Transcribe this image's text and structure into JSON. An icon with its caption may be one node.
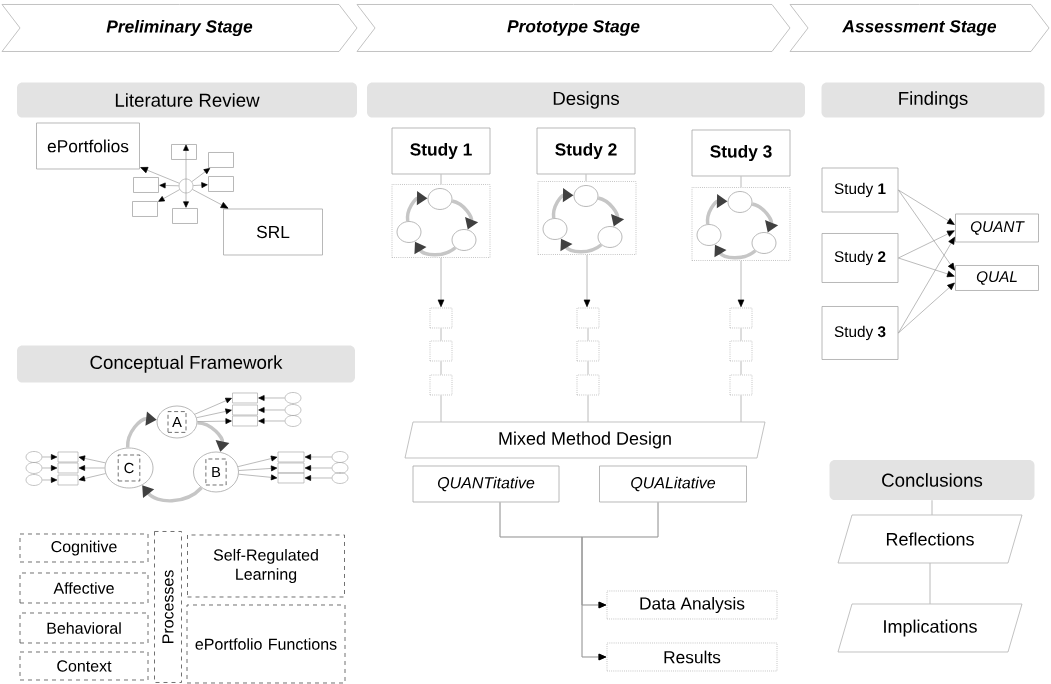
{
  "diagram": {
    "nodes": [
      {
        "text": [
          "Preliminary Stage"
        ]
      },
      {
        "text": [
          "Prototype Stage"
        ]
      },
      {
        "text": [
          "Assessment Stage"
        ]
      },
      {
        "text": [
          "Literature Review"
        ]
      },
      {
        "text": [
          "Designs"
        ]
      },
      {
        "text": [
          "Findings"
        ]
      },
      {
        "text": [
          "ePortfolios"
        ]
      },
      {
        "text": [],
        "shape": "circle"
      },
      {
        "text": [],
        "shape": "box"
      },
      {
        "text": [],
        "shape": "box"
      },
      {
        "text": [],
        "shape": "box"
      },
      {
        "text": [],
        "shape": "box"
      },
      {
        "text": [],
        "shape": "box"
      },
      {
        "text": [],
        "shape": "box"
      },
      {
        "text": [
          "SRL"
        ]
      },
      {
        "text": [
          "Study 1"
        ]
      },
      {
        "text": [
          "Study 2"
        ]
      },
      {
        "text": [
          "Study 3"
        ]
      },
      {
        "text": [],
        "shape": "box"
      },
      {
        "text": [],
        "shape": "circle",
        "in": 18
      },
      {
        "text": [],
        "shape": "circle",
        "in": 18
      },
      {
        "text": [],
        "shape": "circle",
        "in": 18
      },
      {
        "text": [],
        "shape": "box"
      },
      {
        "text": [],
        "shape": "circle",
        "in": 22
      },
      {
        "text": [],
        "shape": "circle",
        "in": 22
      },
      {
        "text": [],
        "shape": "circle",
        "in": 22
      },
      {
        "text": [],
        "shape": "box"
      },
      {
        "text": [],
        "shape": "circle",
        "in": 26
      },
      {
        "text": [],
        "shape": "circle",
        "in": 26
      },
      {
        "text": [],
        "shape": "circle",
        "in": 26
      },
      {
        "text": [],
        "shape": "box"
      },
      {
        "text": [],
        "shape": "box"
      },
      {
        "text": [],
        "shape": "box"
      },
      {
        "text": [],
        "shape": "box"
      },
      {
        "text": [],
        "shape": "box"
      },
      {
        "text": [],
        "shape": "box"
      },
      {
        "text": [],
        "shape": "box"
      },
      {
        "text": [],
        "shape": "box"
      },
      {
        "text": [],
        "shape": "box"
      },
      {
        "text": [
          "Study **1**"
        ]
      },
      {
        "text": [
          "Study **2**"
        ]
      },
      {
        "text": [
          "Study **3**"
        ]
      },
      {
        "text": [
          "QUANT"
        ]
      },
      {
        "text": [
          "QUAL"
        ]
      },
      {
        "text": [
          "Conceptual Framework"
        ]
      },
      {
        "text": [
          "A"
        ]
      },
      {
        "text": [
          "C"
        ]
      },
      {
        "text": [
          "B"
        ]
      },
      {
        "text": [],
        "shape": "box"
      },
      {
        "text": [],
        "shape": "box"
      },
      {
        "text": [],
        "shape": "box"
      },
      {
        "text": [],
        "shape": "circle"
      },
      {
        "text": [],
        "shape": "circle"
      },
      {
        "text": [],
        "shape": "circle"
      },
      {
        "text": [],
        "shape": "circle"
      },
      {
        "text": [],
        "shape": "circle"
      },
      {
        "text": [],
        "shape": "circle"
      },
      {
        "text": [],
        "shape": "box"
      },
      {
        "text": [],
        "shape": "box"
      },
      {
        "text": [],
        "shape": "box"
      },
      {
        "text": [],
        "shape": "box"
      },
      {
        "text": [],
        "shape": "box"
      },
      {
        "text": [],
        "shape": "box"
      },
      {
        "text": [],
        "shape": "circle"
      },
      {
        "text": [],
        "shape": "circle"
      },
      {
        "text": [],
        "shape": "circle"
      },
      {
        "text": [
          "Mixed Method Design"
        ]
      },
      {
        "text": [
          "QUANTitative"
        ]
      },
      {
        "text": [
          "QUALitative"
        ]
      },
      {
        "text": [
          "Conclusions"
        ]
      },
      {
        "text": [
          "Reflections"
        ]
      },
      {
        "text": [
          "Data Analysis"
        ]
      },
      {
        "text": [
          "Implications"
        ]
      },
      {
        "text": [
          "Results"
        ]
      },
      {
        "text": [
          "Cognitive"
        ]
      },
      {
        "text": [
          "Processes"
        ]
      },
      {
        "text": [
          "Self-Regulated Learning"
        ]
      },
      {
        "text": [
          "Affective"
        ]
      },
      {
        "text": [
          "Behavioral"
        ]
      },
      {
        "text": [
          "ePortfolio Functions"
        ]
      },
      {
        "text": [
          "Context"
        ]
      }
    ],
    "edges": [
      {
        "from": 7,
        "to": 6,
        "arrow": "to"
      },
      {
        "from": 7,
        "to": 14,
        "arrow": "to"
      },
      {
        "from": 7,
        "to": 8,
        "arrow": "to"
      },
      {
        "from": 7,
        "to": 9,
        "arrow": "to"
      },
      {
        "from": 7,
        "to": 10,
        "arrow": "to"
      },
      {
        "from": 7,
        "to": 11,
        "arrow": "to"
      },
      {
        "from": 7,
        "to": 12,
        "arrow": "to"
      },
      {
        "from": 7,
        "to": 13,
        "arrow": "to"
      },
      {
        "from": 15,
        "to": 18,
        "arrow": "none"
      },
      {
        "from": 19,
        "to": 20,
        "arrow": "to",
        "style": "thick"
      },
      {
        "from": 20,
        "to": 21,
        "arrow": "to",
        "style": "thick"
      },
      {
        "from": 21,
        "to": 19,
        "arrow": "to",
        "style": "thick"
      },
      {
        "from": 18,
        "to": 30,
        "arrow": "to"
      },
      {
        "from": 30,
        "to": 31,
        "arrow": "none"
      },
      {
        "from": 31,
        "to": 32,
        "arrow": "none"
      },
      {
        "from": 32,
        "to": 66,
        "arrow": "none"
      },
      {
        "from": 16,
        "to": 22,
        "arrow": "none"
      },
      {
        "from": 23,
        "to": 24,
        "arrow": "to",
        "style": "thick"
      },
      {
        "from": 24,
        "to": 25,
        "arrow": "to",
        "style": "thick"
      },
      {
        "from": 25,
        "to": 23,
        "arrow": "to",
        "style": "thick"
      },
      {
        "from": 22,
        "to": 33,
        "arrow": "to"
      },
      {
        "from": 33,
        "to": 34,
        "arrow": "none"
      },
      {
        "from": 34,
        "to": 35,
        "arrow": "none"
      },
      {
        "from": 35,
        "to": 66,
        "arrow": "none"
      },
      {
        "from": 17,
        "to": 26,
        "arrow": "none"
      },
      {
        "from": 27,
        "to": 28,
        "arrow": "to",
        "style": "thick"
      },
      {
        "from": 28,
        "to": 29,
        "arrow": "to",
        "style": "thick"
      },
      {
        "from": 29,
        "to": 27,
        "arrow": "to",
        "style": "thick"
      },
      {
        "from": 26,
        "to": 36,
        "arrow": "to"
      },
      {
        "from": 36,
        "to": 37,
        "arrow": "none"
      },
      {
        "from": 37,
        "to": 38,
        "arrow": "none"
      },
      {
        "from": 38,
        "to": 66,
        "arrow": "none"
      },
      {
        "from": 39,
        "to": 42,
        "arrow": "to"
      },
      {
        "from": 39,
        "to": 43,
        "arrow": "to"
      },
      {
        "from": 40,
        "to": 42,
        "arrow": "to"
      },
      {
        "from": 40,
        "to": 43,
        "arrow": "to"
      },
      {
        "from": 41,
        "to": 42,
        "arrow": "to"
      },
      {
        "from": 41,
        "to": 43,
        "arrow": "to"
      },
      {
        "from": 46,
        "to": 45,
        "arrow": "to",
        "style": "thick"
      },
      {
        "from": 45,
        "to": 47,
        "arrow": "to",
        "style": "thick"
      },
      {
        "from": 47,
        "to": 46,
        "arrow": "to",
        "style": "thick"
      },
      {
        "from": 45,
        "to": 48,
        "arrow": "to"
      },
      {
        "from": 45,
        "to": 49,
        "arrow": "to"
      },
      {
        "from": 45,
        "to": 50,
        "arrow": "to"
      },
      {
        "from": 51,
        "to": 48,
        "arrow": "to"
      },
      {
        "from": 52,
        "to": 49,
        "arrow": "to"
      },
      {
        "from": 53,
        "to": 50,
        "arrow": "to"
      },
      {
        "from": 54,
        "to": 57,
        "arrow": "to"
      },
      {
        "from": 55,
        "to": 58,
        "arrow": "to"
      },
      {
        "from": 56,
        "to": 59,
        "arrow": "to"
      },
      {
        "from": 46,
        "to": 57,
        "arrow": "to"
      },
      {
        "from": 46,
        "to": 58,
        "arrow": "to"
      },
      {
        "from": 46,
        "to": 59,
        "arrow": "to"
      },
      {
        "from": 47,
        "to": 60,
        "arrow": "to"
      },
      {
        "from": 47,
        "to": 61,
        "arrow": "to"
      },
      {
        "from": 47,
        "to": 62,
        "arrow": "to"
      },
      {
        "from": 63,
        "to": 60,
        "arrow": "to"
      },
      {
        "from": 64,
        "to": 61,
        "arrow": "to"
      },
      {
        "from": 65,
        "to": 62,
        "arrow": "to"
      },
      {
        "from": 67,
        "to": 71,
        "arrow": "to"
      },
      {
        "from": 67,
        "to": 73,
        "arrow": "to"
      },
      {
        "from": 68,
        "to": 71,
        "arrow": "to"
      },
      {
        "from": 68,
        "to": 73,
        "arrow": "to"
      },
      {
        "from": 69,
        "to": 70,
        "arrow": "none"
      },
      {
        "from": 70,
        "to": 72,
        "arrow": "none"
      }
    ]
  }
}
